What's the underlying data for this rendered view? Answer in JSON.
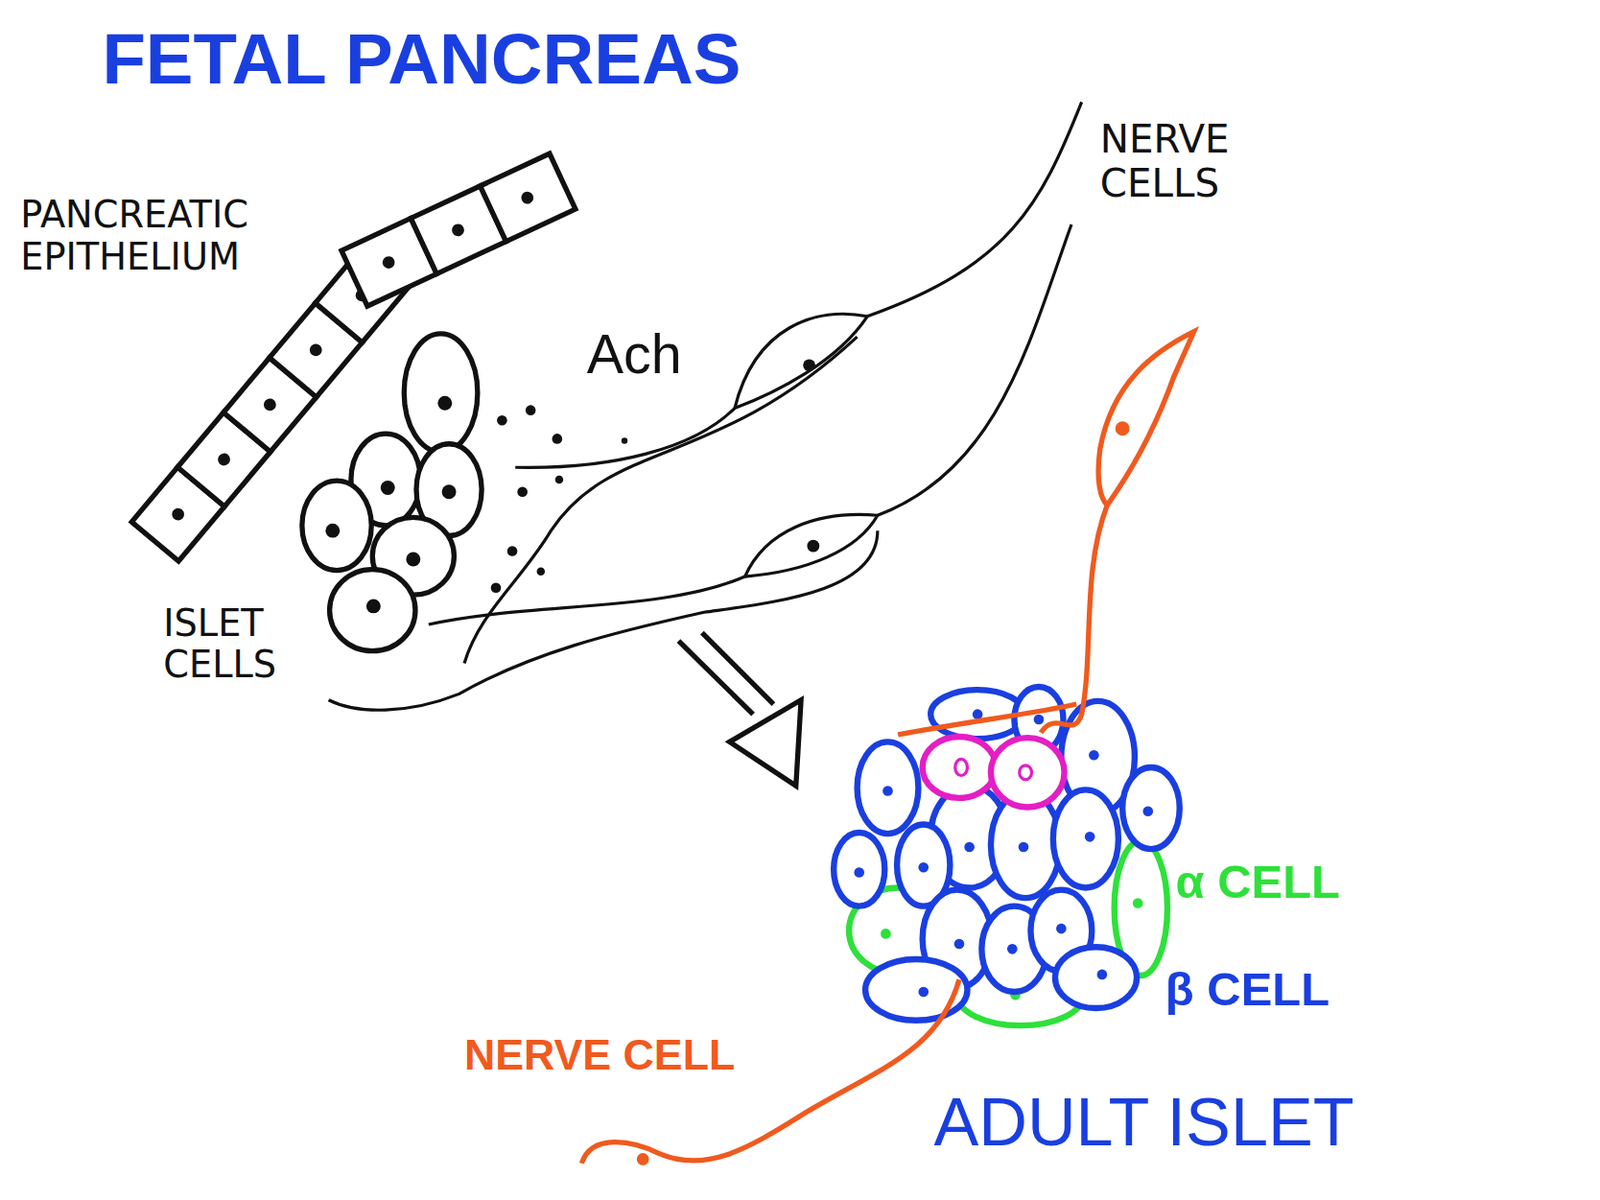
{
  "diagram": {
    "title": "FETAL PANCREAS",
    "labels": [
      "PANCREATIC EPITHELIUM",
      "NERVE CELLS",
      "Ach",
      "ISLET CELLS",
      "α CELL",
      "β CELL",
      "NERVE CELL",
      "ADULT ISLET"
    ]
  }
}
